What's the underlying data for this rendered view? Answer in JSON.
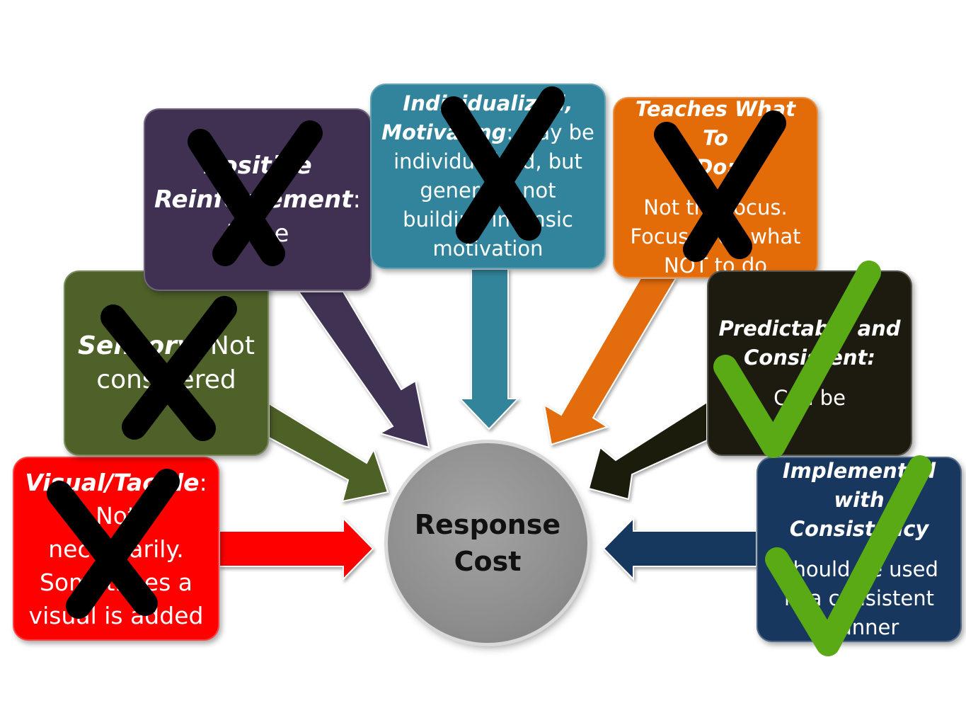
{
  "center": {
    "label_line1": "Response",
    "label_line2": "Cost"
  },
  "boxes": {
    "visual": {
      "title": "Visual/Tactile",
      "body_line1": "Not",
      "body_line2": "necessarily.",
      "body_line3": "Sometimes a",
      "body_line4": "visual is added",
      "mark": "cross-mark-icon",
      "color": "#fe0000"
    },
    "sensory": {
      "title": "Sensory",
      "body_line1": "Not",
      "body_line2": "considered",
      "mark": "cross-mark-icon",
      "color": "#4e6128"
    },
    "positive": {
      "title_line1": "Positive",
      "title_line2": "Reinforcement",
      "body": "Nope",
      "mark": "cross-mark-icon",
      "color": "#403153"
    },
    "individualized": {
      "title_line1": "Individualized,",
      "title_line2": "Motivating",
      "body_line1": "May be",
      "body_line2": "individualized, but",
      "body_line3": "generally not",
      "body_line4": "building intrinsic",
      "body_line5": "motivation",
      "mark": "cross-mark-icon",
      "color": "#31849b"
    },
    "teaches": {
      "title_line1": "Teaches What To",
      "title_line2": "Do:",
      "body_line1": "Not the focus.",
      "body_line2": "Focus is on what",
      "body_line3": "NOT to do",
      "mark": "cross-mark-icon",
      "color": "#e36c09"
    },
    "predictable": {
      "title_line1": "Predictable and",
      "title_line2": "Consistent:",
      "body": "Can be",
      "mark": "check-mark-icon",
      "color": "#1d1b10"
    },
    "implemented": {
      "title_line1": "Implemented",
      "title_line2": "with Consistency",
      "body_line1": "Should be used",
      "body_line2": "in a consistent",
      "body_line3": "manner",
      "mark": "check-mark-icon",
      "color": "#17375e"
    }
  },
  "colors": {
    "cross": "#000000",
    "check": "#5aaa16"
  }
}
